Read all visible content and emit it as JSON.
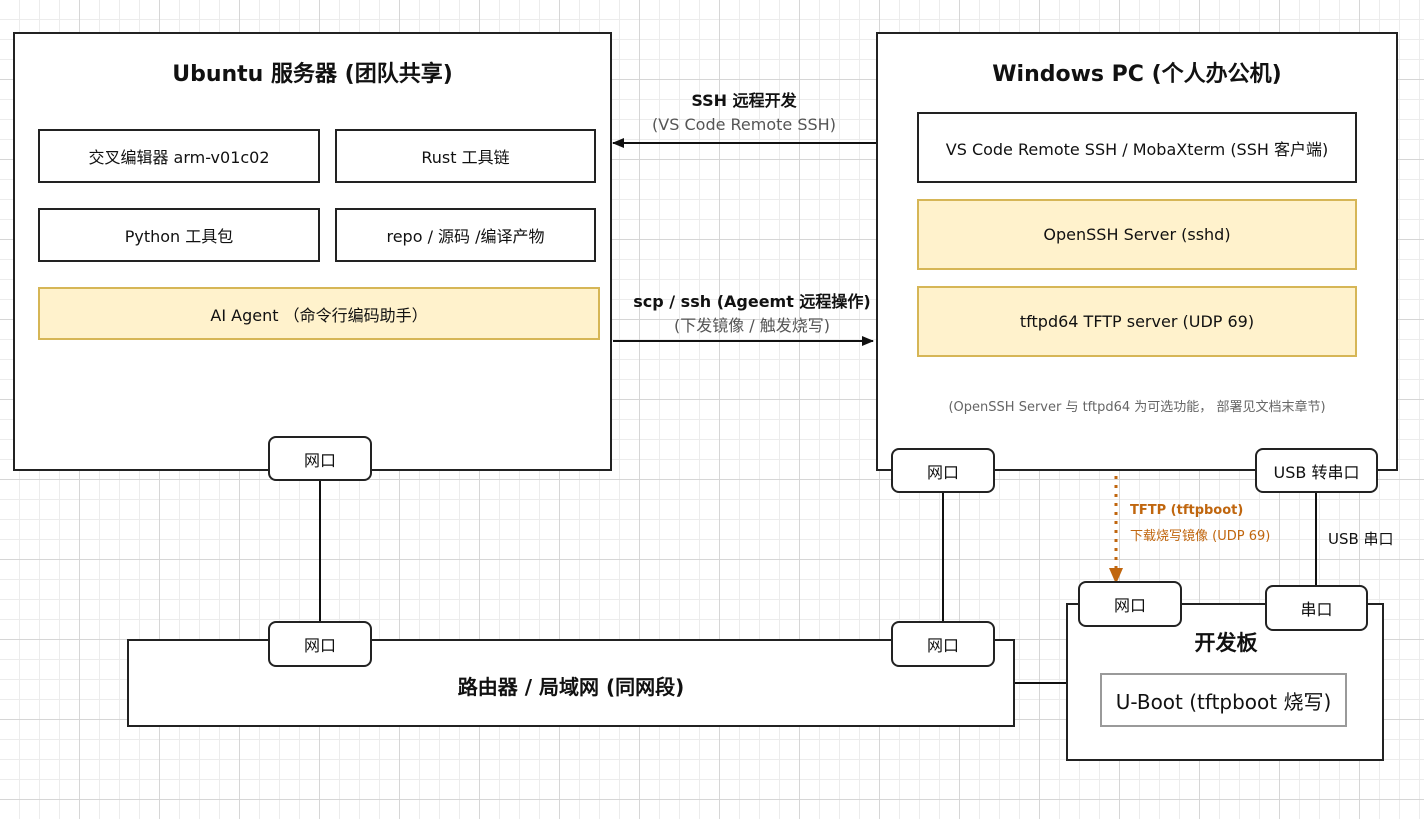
{
  "ubuntu": {
    "title": "Ubuntu 服务器 (团队共享)",
    "items": [
      "交叉编辑器 arm-v01c02",
      "Rust 工具链",
      "Python 工具包",
      "repo / 源码 /编译产物"
    ],
    "agent": "AI Agent （命令行编码助手）",
    "port": "网口"
  },
  "windows": {
    "title": "Windows PC (个人办公机)",
    "ssh_client": "VS Code Remote SSH / MobaXterm (SSH 客户端)",
    "sshd": "OpenSSH Server (sshd)",
    "tftp": "tftpd64 TFTP server (UDP 69)",
    "note": "(OpenSSH Server 与 tftpd64 为可选功能， 部署见文档末章节)",
    "port": "网口",
    "usb_port": "USB 转串口"
  },
  "links": {
    "ssh_dev_title": "SSH 远程开发",
    "ssh_dev_sub": "(VS Code Remote SSH)",
    "scp_title": "scp / ssh (Ageemt 远程操作)",
    "scp_sub": "(下发镜像 / 触发烧写)",
    "tftp_title": "TFTP (tftpboot)",
    "tftp_sub": "下载烧写镜像 (UDP 69)",
    "usb_serial": "USB 串口"
  },
  "router": {
    "title": "路由器 / 局域网 (同网段)",
    "port_left": "网口",
    "port_right": "网口"
  },
  "board": {
    "title": "开发板",
    "port": "网口",
    "serial": "串口",
    "uboot": "U-Boot (tftpboot 烧写)"
  },
  "colors": {
    "highlight_fill": "#fff2cc",
    "highlight_border": "#d6b656",
    "tftp_accent": "#c0660e"
  }
}
